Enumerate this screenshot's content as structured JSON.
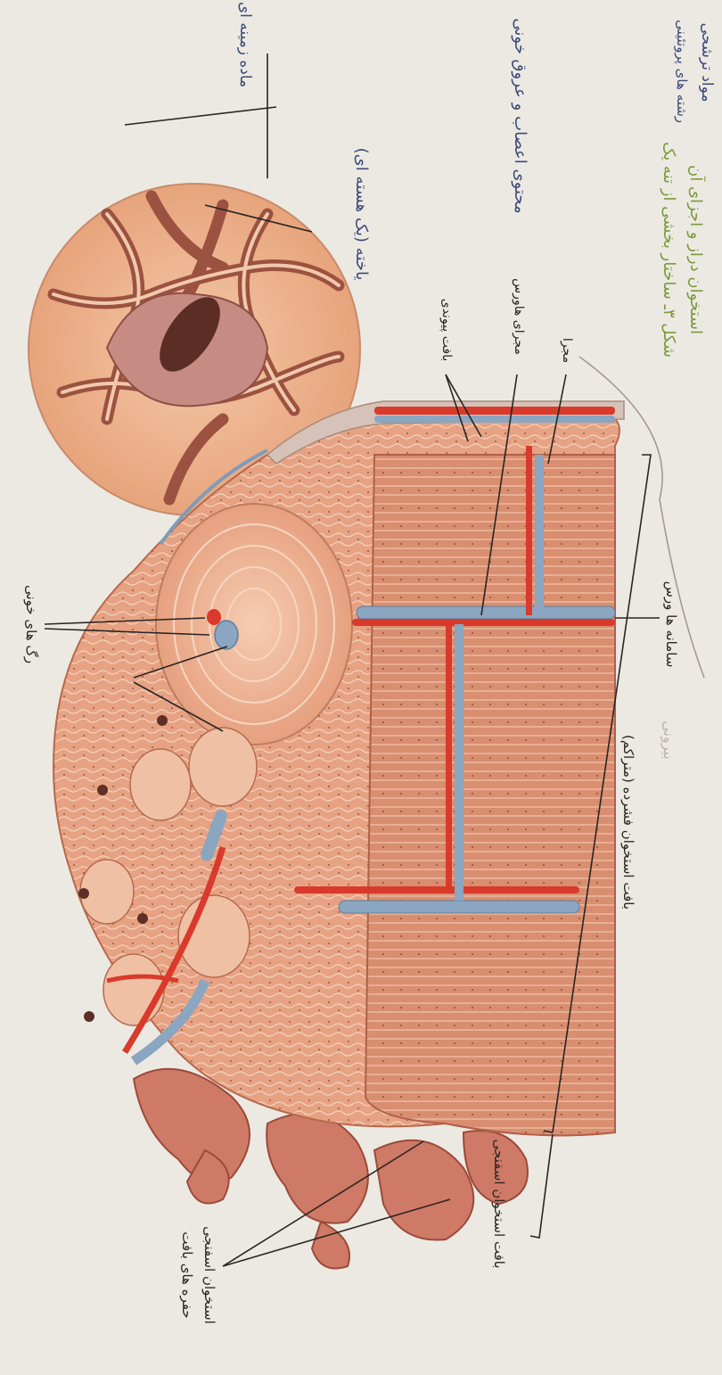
{
  "caption": {
    "line1": "شکل ۳ـ ساختار بخشی از تنه یک",
    "line2": "استخوان دراز و اجزای آن"
  },
  "labels": {
    "blood_vessels": "رگ های خونی",
    "haversian_system": "سامانه ها ورس",
    "compact_bone": "بافت استخوان فشرده (متراکم)",
    "spongy_bone": "بافت استخوان اسفنجی",
    "spongy_cavities_line1": "حفره های بافت",
    "spongy_cavities_line2": "استخوان اسفنجی",
    "connective_tissue": "بافت پیوندی",
    "haversian_canal": "مجرای هاورس",
    "canal": "مجرا"
  },
  "handwriting": {
    "top_line1": "مواد ترشحی",
    "top_line2": "رشته های پروتئینی",
    "matrix": "ماده زمینه ای",
    "cell": "یاخته (یک هسته ای)",
    "note": "محتوی اعصاب و عروق خونی",
    "faint": "بیرونی"
  },
  "colors": {
    "bone": "#e8a88a",
    "bone_dark": "#c97a5e",
    "artery": "#d93a2b",
    "vein": "#7f9db6",
    "caption": "#7a9a3a",
    "ink": "#3c4a78"
  }
}
